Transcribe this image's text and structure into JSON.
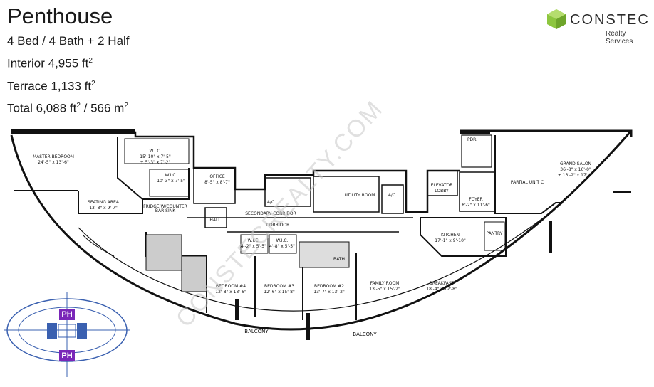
{
  "header": {
    "title": "Penthouse",
    "beds_baths": "4 Bed / 4 Bath + 2 Half",
    "interior_label": "Interior 4,955 ft",
    "terrace_label": "Terrace 1,133 ft",
    "total_label": "Total 6,088 ft",
    "total_metric": " / 566 m",
    "sup": "2"
  },
  "logo": {
    "name": "CONSTEC",
    "subtitle": "Realty Services",
    "color": "#8dc63f"
  },
  "watermark": "CONSTECREALTY.COM",
  "rooms": {
    "master_bedroom": {
      "name": "MASTER BEDROOM",
      "dims": "24'-5\" x 13'-6\""
    },
    "wic_large": {
      "name": "W.I.C.",
      "dims1": "15'-10\" x 7'-5\"",
      "dims2": "+ 5'-3\" x 7'-2\""
    },
    "wic_small": {
      "name": "W.I.C.",
      "dims": "10'-3\" x 7'-5\""
    },
    "seating_area": {
      "name": "SEATING AREA",
      "dims": "13'-8\" x 9'-7\""
    },
    "fridge": {
      "name": "FRIDGE W/COUNTER",
      "sub": "BAR SINK"
    },
    "office": {
      "name": "OFFICE",
      "dims": "8'-5\" x 8'-7\""
    },
    "hall": "HALL",
    "secondary_corridor": "SECONDARY CORRIDOR",
    "corridor": "CORRIDOR",
    "utility_room": "UTILITY ROOM",
    "ac1": "A/C",
    "ac2": "A/C",
    "elevator_lobby": {
      "name": "ELEVATOR",
      "sub": "LOBBY"
    },
    "foyer": {
      "name": "FOYER",
      "dims": "8'-2\" x 11'-6\""
    },
    "powder": "PDR.",
    "grand_salon": {
      "name": "GRAND SALON",
      "dims1": "36'-8\" x 16'-0\"",
      "dims2": "+ 13'-2\" x 17'-8\""
    },
    "partial_unit": "PARTIAL UNIT C",
    "kitchen": {
      "name": "KITCHEN",
      "dims": "17'-1\" x 9'-10\""
    },
    "pantry": "PANTRY",
    "wic_b1": {
      "name": "W.I.C.",
      "dims": "4'-2\" x 5'-5\""
    },
    "wic_b2": {
      "name": "W.I.C.",
      "dims": "4'-8\" x 5'-5\""
    },
    "bedroom4": {
      "name": "BEDROOM #4",
      "dims": "12'-8\" x 13'-6\""
    },
    "bedroom3": {
      "name": "BEDROOM #3",
      "dims": "12'-6\" x 15'-8\""
    },
    "bedroom2": {
      "name": "BEDROOM #2",
      "dims": "13'-7\" x 13'-2\""
    },
    "family_room": {
      "name": "FAMILY ROOM",
      "dims": "13'-5\" x 15'-2\""
    },
    "breakfast": {
      "name": "BREAKFAST",
      "dims": "18'-4\" x 12'-8\""
    },
    "bath": "BATH",
    "balcony_left": "BALCONY",
    "balcony_right": "BALCONY"
  },
  "keyplan": {
    "top_badge": "PH",
    "bottom_badge": "PH",
    "badge_color": "#7a27b8"
  }
}
